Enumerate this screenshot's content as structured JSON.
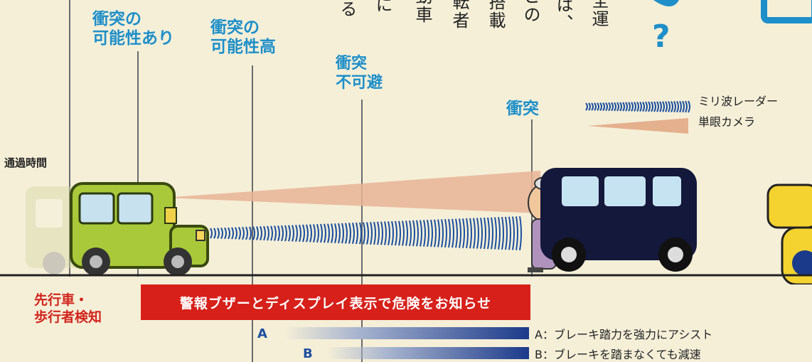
{
  "vertical_text": {
    "col1": "る",
    "col2": "に",
    "col3": "動車",
    "col4": "転者",
    "col5": "搭載",
    "col6": "どの",
    "col7": "は、",
    "col8": "全運"
  },
  "question_mark": "?",
  "phases": {
    "possible": "衝突の\n可能性あり",
    "high": "衝突の\n可能性高",
    "unavoidable": "衝突\n不可避",
    "collision": "衝突"
  },
  "sensors": {
    "radar": "ミリ波レーダー",
    "camera": "単眼カメラ"
  },
  "elapsed_time": "通過時間",
  "detection": "先行車・\n歩行者検知",
  "banner": "警報ブザーとディスプレイ表示で危険をお知らせ",
  "assist": {
    "a_marker": "A",
    "b_marker": "B",
    "a_label": "A：ブレーキ踏力を強力にアシスト",
    "b_label": "B：ブレーキを踏まなくても減速"
  },
  "colors": {
    "accent_blue": "#1e8fc9",
    "warning_red": "#d7201a",
    "background": "#f5efd8",
    "car_green": "#a9c93a",
    "car_navy": "#14183a"
  }
}
